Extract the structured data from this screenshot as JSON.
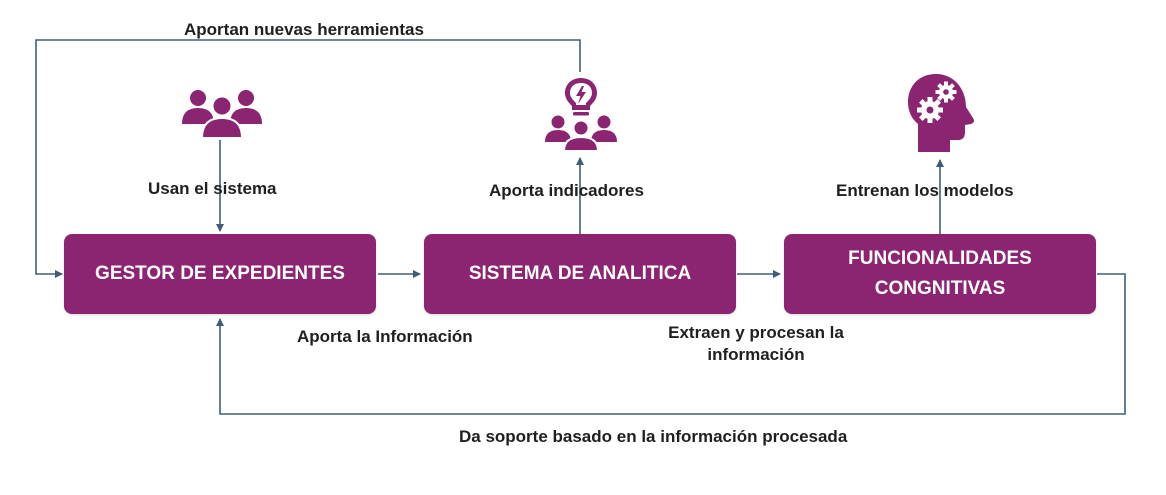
{
  "colors": {
    "box": "#8b2471",
    "icon": "#8b2471",
    "line": "#3e5e77",
    "text": "#1f1f1f"
  },
  "boxes": {
    "gestor": "GESTOR DE EXPEDIENTES",
    "analitica": "SISTEMA DE ANALITICA",
    "funcionalidades_line1": "FUNCIONALIDADES",
    "funcionalidades_line2": "CONGNITIVAS"
  },
  "labels": {
    "aportan": "Aportan nuevas herramientas",
    "usan": "Usan el sistema",
    "aporta_indicadores": "Aporta indicadores",
    "entrenan": "Entrenan los modelos",
    "aporta_info": "Aporta la Información",
    "extraen_line1": "Extraen y procesan la",
    "extraen_line2": "información",
    "da_soporte": "Da soporte basado en la información procesada"
  },
  "icons": {
    "users": "users-group-icon",
    "idea": "idea-team-icon",
    "brain": "brain-gears-icon"
  }
}
